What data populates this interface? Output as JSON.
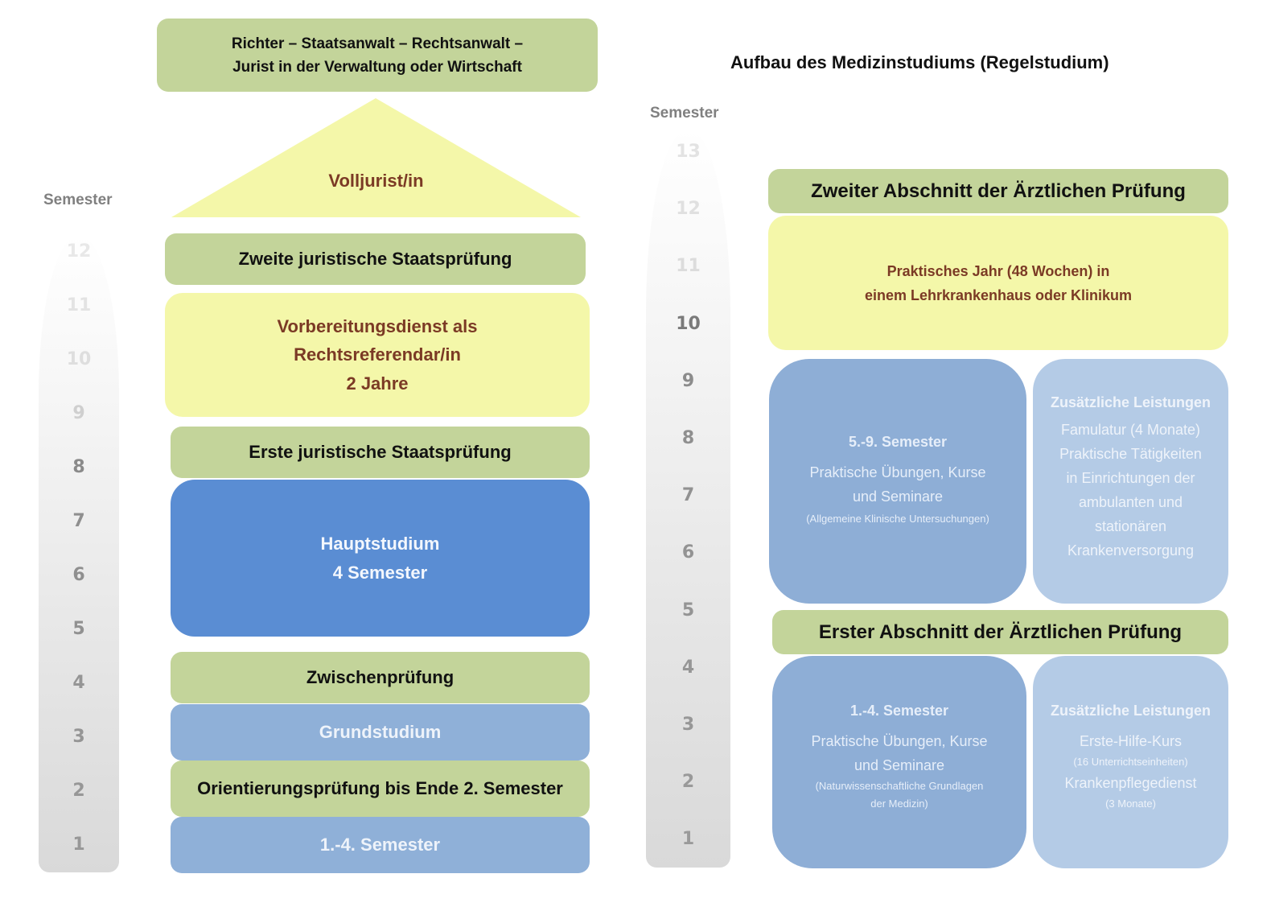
{
  "law": {
    "career_lines": [
      "Richter – Staatsanwalt – Rechtsanwalt –",
      "Jurist in der Verwaltung oder Wirtschaft"
    ],
    "roof_label": "Volljurist/in",
    "scale_title": "Semester",
    "scale_numbers": [
      "12",
      "11",
      "10",
      "9",
      "8",
      "7",
      "6",
      "5",
      "4",
      "3",
      "2",
      "1"
    ],
    "blocks": {
      "zweite_pruefung": "Zweite juristische Staatsprüfung",
      "vorbereitung_lines": [
        "Vorbereitungsdienst als",
        "Rechtsreferendar/in",
        "2 Jahre"
      ],
      "erste_pruefung": "Erste juristische Staatsprüfung",
      "hauptstudium_lines": [
        "Hauptstudium",
        "4 Semester"
      ],
      "zwischenpruefung": "Zwischenprüfung",
      "grundstudium": "Grundstudium",
      "orientierung": "Orientierungsprüfung bis Ende 2. Semester",
      "semester_1_4": "1.-4. Semester"
    }
  },
  "medicine": {
    "title": "Aufbau des Medizinstudiums (Regelstudium)",
    "scale_title": "Semester",
    "scale_numbers": [
      "13",
      "12",
      "11",
      "10",
      "9",
      "8",
      "7",
      "6",
      "5",
      "4",
      "3",
      "2",
      "1"
    ],
    "zweiter_abschnitt": "Zweiter Abschnitt der Ärztlichen Prüfung",
    "praktisches_jahr_lines": [
      "Praktisches Jahr (48 Wochen) in",
      "einem Lehrkrankenhaus oder Klinikum"
    ],
    "upper_main": {
      "title": "5.-9. Semester",
      "lines": [
        "Praktische Übungen, Kurse",
        "und Seminare"
      ],
      "note": "(Allgemeine Klinische Untersuchungen)"
    },
    "upper_extra": {
      "title": "Zusätzliche Leistungen",
      "lines": [
        "Famulatur (4 Monate)",
        "Praktische Tätigkeiten",
        "in Einrichtungen der",
        "ambulanten und",
        "stationären",
        "Krankenversorgung"
      ]
    },
    "erster_abschnitt": "Erster Abschnitt der Ärztlichen Prüfung",
    "lower_main": {
      "title": "1.-4. Semester",
      "lines": [
        "Praktische Übungen, Kurse",
        "und Seminare"
      ],
      "notes": [
        "(Naturwissenschaftliche Grundlagen",
        "der Medizin)"
      ]
    },
    "lower_extra": {
      "title": "Zusätzliche Leistungen",
      "line1": "Erste-Hilfe-Kurs",
      "note1": "(16 Unterrichtseinheiten)",
      "line2": "Krankenpflegedienst",
      "note2": "(3 Monate)"
    }
  },
  "colors": {
    "green": "#c3d49a",
    "yellow": "#f4f7a9",
    "dark_red_text": "#7b3a25",
    "blue_dark": "#5a8dd3",
    "blue_mid": "#8fb0d8",
    "blue_light": "#b4cbe6"
  }
}
